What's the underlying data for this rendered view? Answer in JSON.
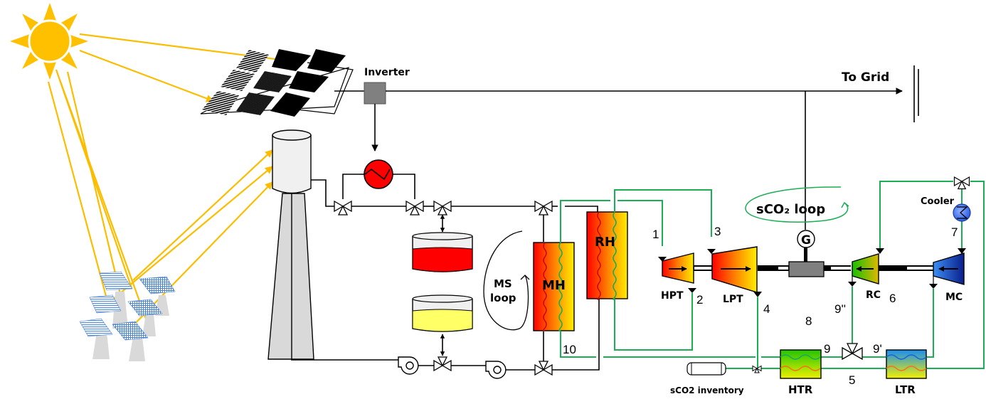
{
  "diagram": {
    "title": "Hybrid PV / CSP molten-salt plant with sCO2 recompression cycle",
    "labels": {
      "inverter": "Inverter",
      "to_grid": "To Grid",
      "sco2_loop": "sCO₂ loop",
      "ms_loop_line1": "MS",
      "ms_loop_line2": "loop",
      "main_heater": "MH",
      "reheater": "RH",
      "hpt": "HPT",
      "lpt": "LPT",
      "generator": "G",
      "rc": "RC",
      "mc": "MC",
      "cooler": "Cooler",
      "htr": "HTR",
      "ltr": "LTR",
      "inventory": "sCO2 inventory"
    },
    "state_points": {
      "p1": "1",
      "p2": "2",
      "p3": "3",
      "p4": "4",
      "p5": "5",
      "p6": "6",
      "p7": "7",
      "p8": "8",
      "p9": "9",
      "p9p": "9'",
      "p9pp": "9''",
      "p10": "10"
    },
    "colors": {
      "sun": "#ffc000",
      "ray": "#fbbd00",
      "sco2_line": "#1aae55",
      "hot_salt": "#ff0000",
      "cold_salt": "#ffff66",
      "heater_element": "#ff0000",
      "inverter": "#808080",
      "cooler": "#3a6cf0"
    }
  }
}
